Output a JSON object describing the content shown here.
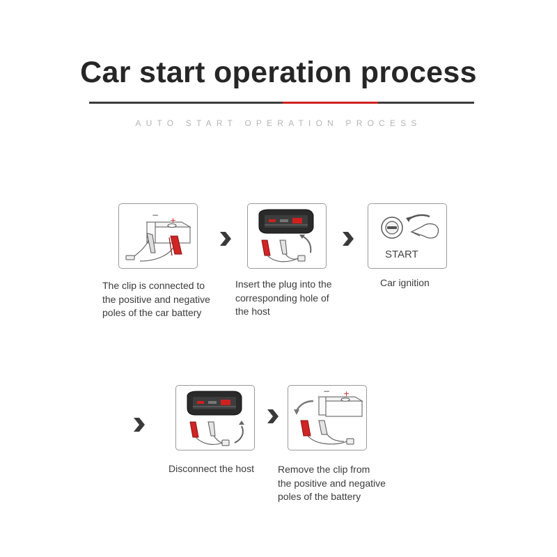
{
  "header": {
    "title": "Car start operation process",
    "subtitle": "AUTO START OPERATION PROCESS"
  },
  "colors": {
    "accent": "#cf2020",
    "rule": "#3c3c3c",
    "border": "#9a9a9a"
  },
  "steps": [
    {
      "caption": [
        "The clip is connected to",
        "the positive and negative",
        "poles of the car battery"
      ],
      "icon": "battery-clips-icon"
    },
    {
      "caption": [
        "Insert the plug into the",
        "corresponding hole of",
        "the host"
      ],
      "icon": "jump-starter-plug-icon"
    },
    {
      "caption": [
        "Car ignition"
      ],
      "icon": "ignition-key-icon",
      "label": "START"
    },
    {
      "caption": [
        "Disconnect the host"
      ],
      "icon": "jump-starter-unplug-icon"
    },
    {
      "caption": [
        "Remove the clip from",
        "the positive and negative",
        "poles of the battery"
      ],
      "icon": "battery-remove-clips-icon"
    }
  ]
}
